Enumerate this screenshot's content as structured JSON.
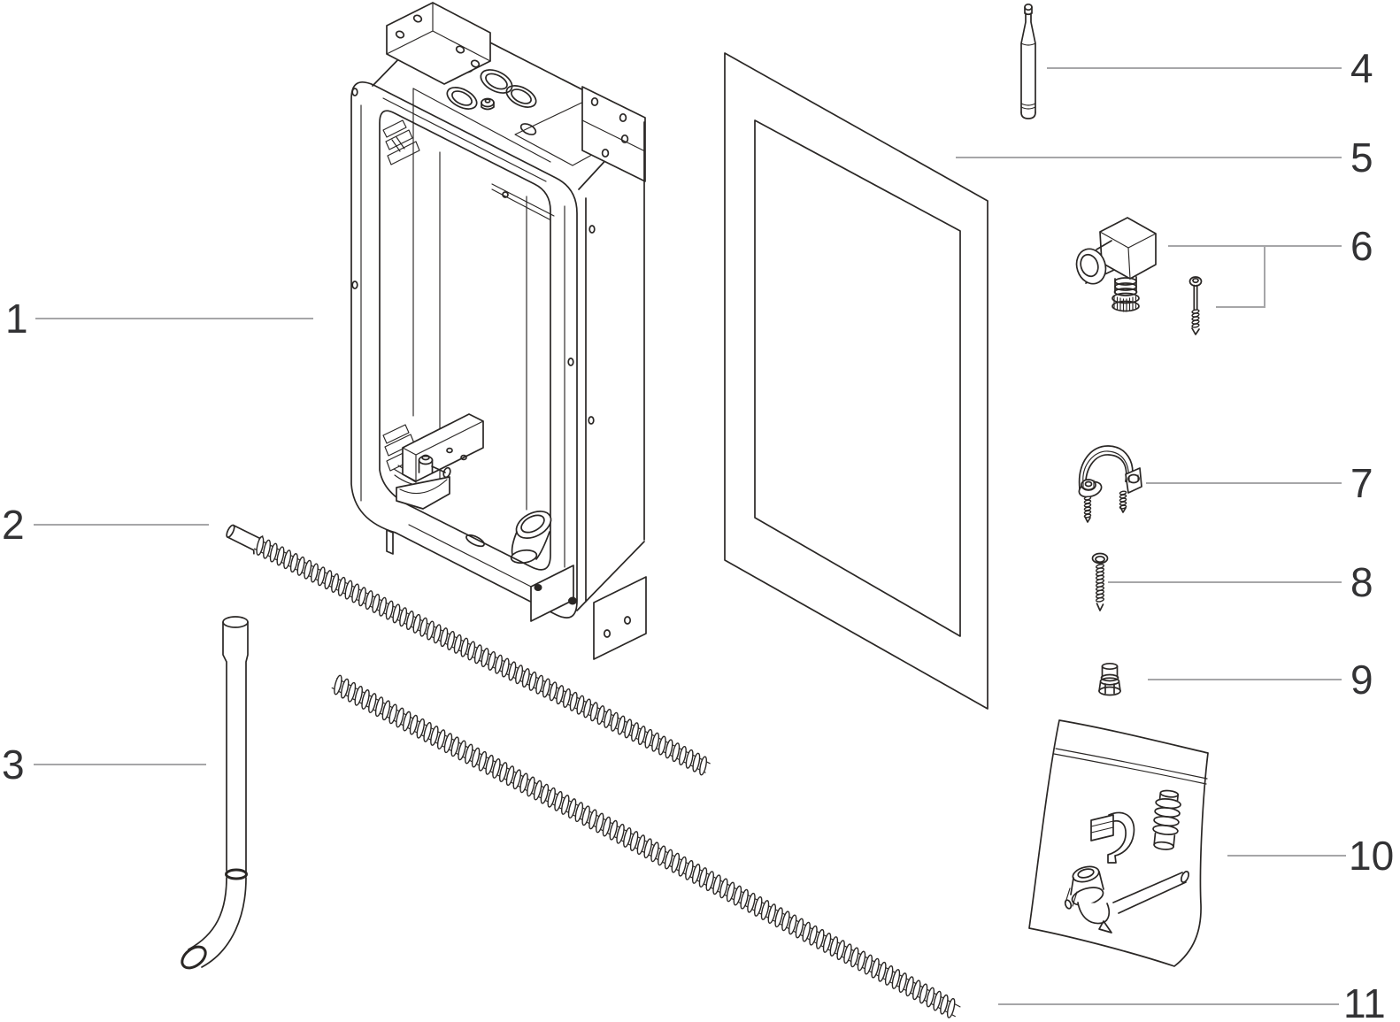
{
  "diagram": {
    "background": "#ffffff",
    "colors": {
      "artwork_line": "#2a2725",
      "leader_line": "#a6a6a8",
      "label_text": "#323234"
    },
    "callouts": [
      {
        "label": "1",
        "item": "mounting-frame"
      },
      {
        "label": "2",
        "item": "corrugated-hose"
      },
      {
        "label": "3",
        "item": "flush-bend-pipe"
      },
      {
        "label": "4",
        "item": "pin-rod"
      },
      {
        "label": "5",
        "item": "cover-panel"
      },
      {
        "label": "6",
        "item": "elbow-fitting-and-screw"
      },
      {
        "label": "7",
        "item": "pipe-clamp-with-screws"
      },
      {
        "label": "8",
        "item": "wood-screw"
      },
      {
        "label": "9",
        "item": "hose-connector"
      },
      {
        "label": "10",
        "item": "fittings-bag"
      },
      {
        "label": "11",
        "item": "corrugated-hose"
      }
    ]
  }
}
